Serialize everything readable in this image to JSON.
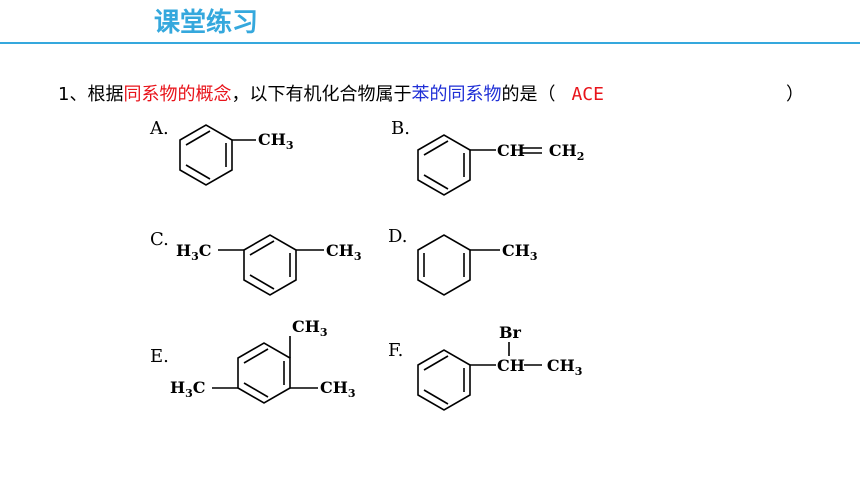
{
  "header": {
    "title": "课堂练习"
  },
  "question": {
    "number": "1、",
    "t1": "根据",
    "t2": "同系物的概念",
    "t3": "，以下有机化合物属于",
    "t4": "苯的同系物",
    "t5": "的是（",
    "answer": "ACE",
    "close": "）"
  },
  "options": [
    {
      "letter": "A.",
      "groups": [
        "CH",
        "3"
      ]
    },
    {
      "letter": "B.",
      "groups": [
        "CH",
        "CH",
        "2"
      ]
    },
    {
      "letter": "C.",
      "groups": [
        "H",
        "3",
        "C",
        "CH",
        "3"
      ]
    },
    {
      "letter": "D.",
      "groups": [
        "CH",
        "3"
      ]
    },
    {
      "letter": "E.",
      "groups": [
        "CH",
        "3",
        "H",
        "3",
        "C",
        "CH",
        "3"
      ]
    },
    {
      "letter": "F.",
      "groups": [
        "Br",
        "CH",
        "CH",
        "3"
      ]
    }
  ],
  "colors": {
    "title": "#35a8dd",
    "rule": "#35a8dd",
    "highlight_red": "#e8141b",
    "highlight_blue": "#1f2fd6"
  }
}
